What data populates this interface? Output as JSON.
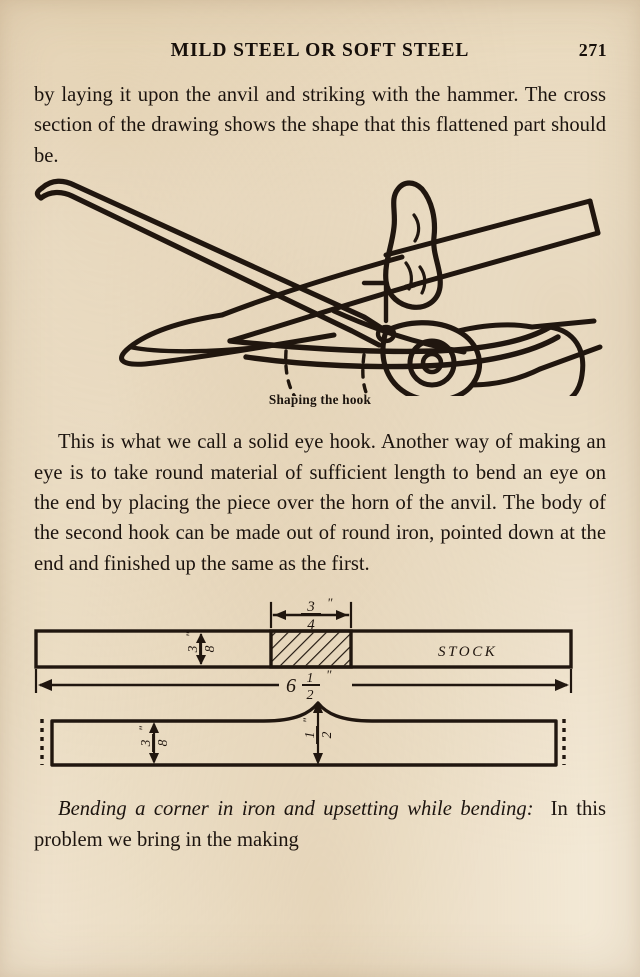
{
  "page": {
    "running_head": "MILD STEEL OR SOFT STEEL",
    "folio": "271",
    "background_color": "#f3e9d6",
    "ink_color": "#211710"
  },
  "paragraphs": {
    "p1": "by laying it upon the anvil and striking with the hammer.  The cross section of the drawing shows the shape that this flattened part should be.",
    "p2": "This is what we call a solid eye hook.   Another way of making an eye is to take round material of sufficient length to bend an eye on the end by placing the piece over the horn of the anvil.   The body of the second hook can be made out of round iron, pointed down at the end and finished up the same as the first.",
    "p3_lead": "Bending a corner in iron and upsetting while bending:",
    "p3_rest": "In this problem we bring in the making"
  },
  "figure_hook": {
    "name": "shaping-the-hook",
    "caption": "Shaping the hook",
    "description": "Blacksmith tongs gripping a hook blank over the horn of an anvil, with dashed lines indicating the finished hook curve"
  },
  "figure_stock": {
    "name": "stock-layout-diagram",
    "labels": {
      "stock": "STOCK",
      "thickness": "3/8\"",
      "upset_width": "3/4\"",
      "overall_length": "6 1/2\""
    },
    "dimensions": {
      "thickness_numerator": "3",
      "thickness_denominator": "8",
      "upset_numerator": "3",
      "upset_denominator": "4",
      "overall_whole": "6",
      "overall_numerator": "1",
      "overall_denominator": "2",
      "inch_mark": "\""
    }
  },
  "figure_upset": {
    "name": "upset-bar-diagram",
    "labels": {
      "thickness": "3/8\"",
      "upset_height": "1/2\""
    },
    "dimensions": {
      "thickness_numerator": "3",
      "thickness_denominator": "8",
      "height_numerator": "1",
      "height_denominator": "2",
      "inch_mark": "\""
    }
  }
}
